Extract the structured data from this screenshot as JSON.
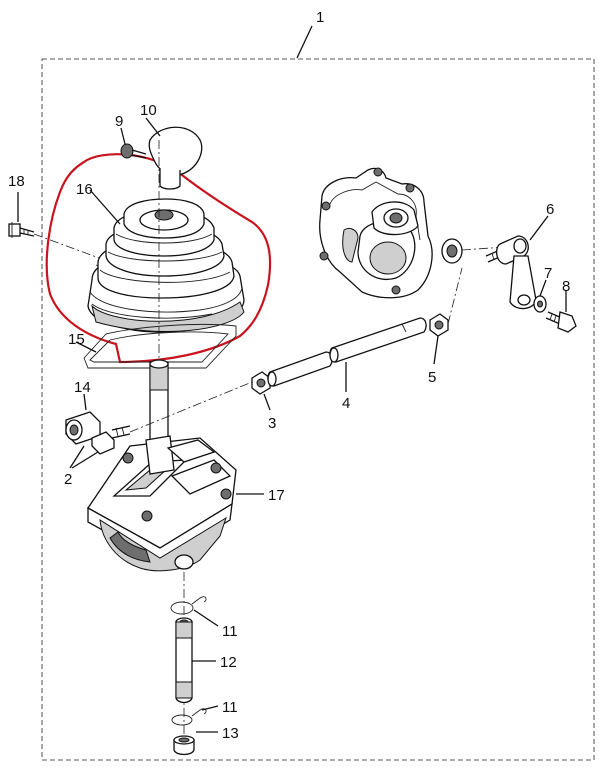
{
  "diagram": {
    "callouts": [
      {
        "id": "1",
        "label": "1"
      },
      {
        "id": "2",
        "label": "2"
      },
      {
        "id": "3",
        "label": "3"
      },
      {
        "id": "4",
        "label": "4"
      },
      {
        "id": "5",
        "label": "5"
      },
      {
        "id": "6",
        "label": "6"
      },
      {
        "id": "7",
        "label": "7"
      },
      {
        "id": "8",
        "label": "8"
      },
      {
        "id": "9",
        "label": "9"
      },
      {
        "id": "10",
        "label": "10"
      },
      {
        "id": "11a",
        "label": "11"
      },
      {
        "id": "11b",
        "label": "11"
      },
      {
        "id": "12",
        "label": "12"
      },
      {
        "id": "13",
        "label": "13"
      },
      {
        "id": "14",
        "label": "14"
      },
      {
        "id": "15",
        "label": "15"
      },
      {
        "id": "16",
        "label": "16"
      },
      {
        "id": "17",
        "label": "17"
      },
      {
        "id": "18",
        "label": "18"
      }
    ],
    "colors": {
      "highlight": "#c8141e",
      "line": "#111111",
      "background": "#ffffff"
    }
  }
}
